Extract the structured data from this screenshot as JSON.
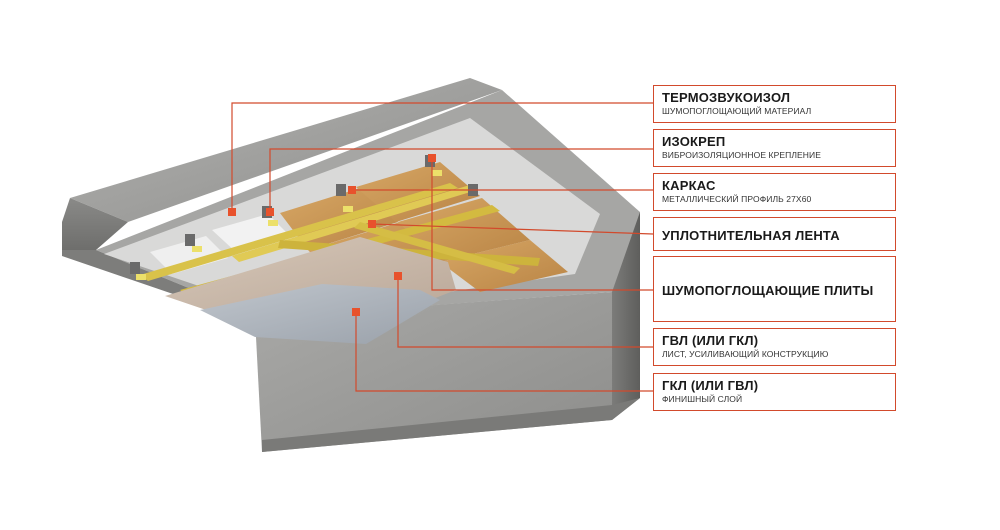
{
  "labels": [
    {
      "title": "ТЕРМОЗВУКОИЗОЛ",
      "subtitle": "ШУМОПОГЛОЩАЮЩИЙ МАТЕРИАЛ"
    },
    {
      "title": "ИЗОКРЕП",
      "subtitle": "ВИБРОИЗОЛЯЦИОННОЕ КРЕПЛЕНИЕ"
    },
    {
      "title": "КАРКАС",
      "subtitle": "МЕТАЛЛИЧЕСКИЙ ПРОФИЛЬ 27Х60"
    },
    {
      "title": "УПЛОТНИТЕЛЬНАЯ ЛЕНТА"
    },
    {
      "title": "ШУМОПОГЛОЩАЮЩИЕ ПЛИТЫ"
    },
    {
      "title": "ГВЛ (ИЛИ ГКЛ)",
      "subtitle": "ЛИСТ, УСИЛИВАЮЩИЙ КОНСТРУКЦИЮ"
    },
    {
      "title": "ГКЛ (ИЛИ ГВЛ)",
      "subtitle": "ФИНИШНЫЙ СЛОЙ"
    }
  ],
  "colors": {
    "accent": "#d24a2c",
    "marker": "#e8522c",
    "concrete": "#9a9a98",
    "concrete_dark": "#6f6f6d",
    "insulation": "#c89456",
    "frame": "#d9c24a",
    "gvl": "#c8b8a8",
    "gkl": "#aeb4bc"
  }
}
